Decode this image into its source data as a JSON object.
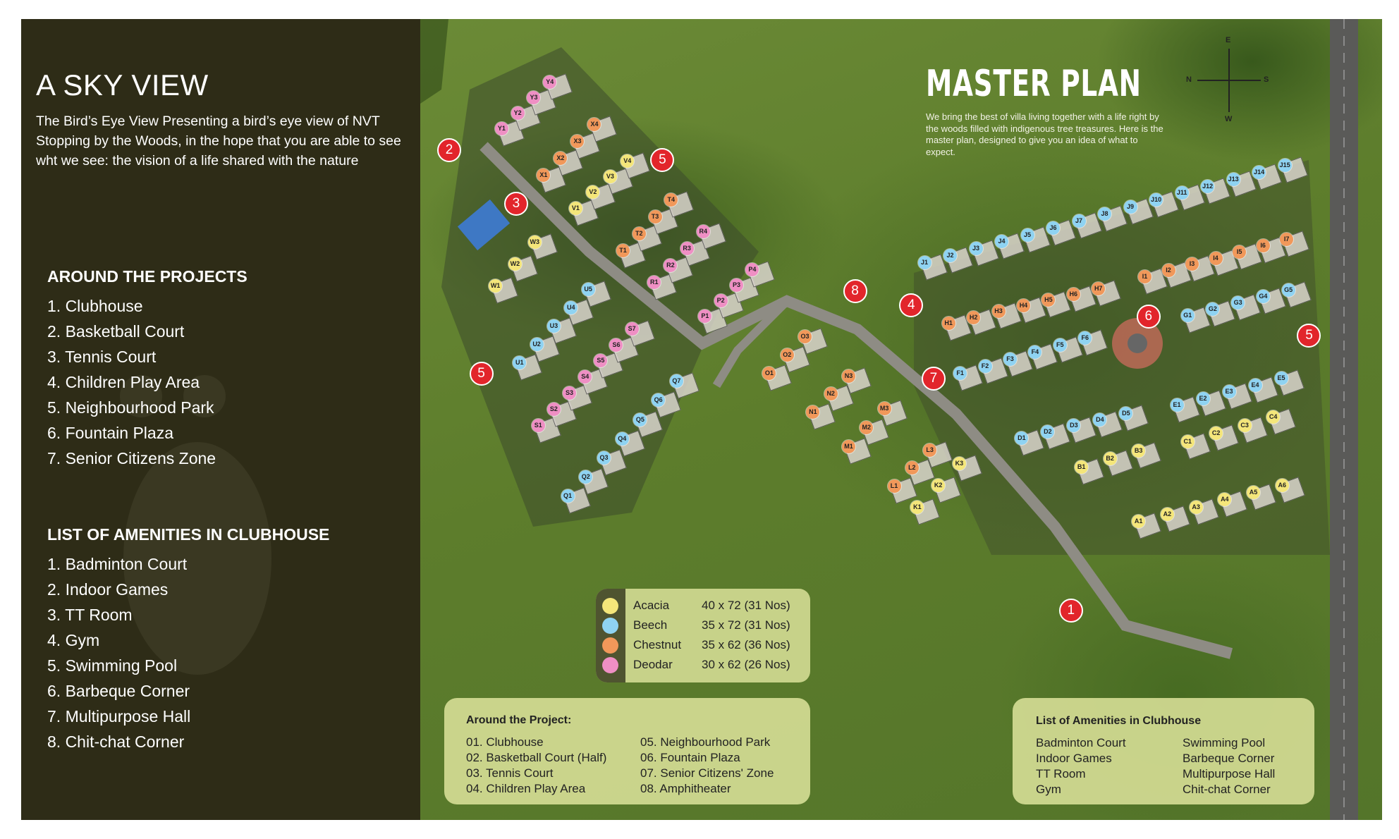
{
  "left_panel": {
    "title": "A SKY VIEW",
    "intro": "The Bird’s Eye View Presenting a bird’s eye view of NVT Stopping by the Woods, in the hope that you are able to see wht we see: the vision of a life shared with the nature",
    "around_heading": "AROUND THE PROJECTS",
    "around_items": [
      "1. Clubhouse",
      "2. Basketball Court",
      "3. Tennis Court",
      "4. Children Play Area",
      "5. Neighbourhood Park",
      "6. Fountain Plaza",
      "7. Senior Citizens Zone"
    ],
    "amenities_heading": "LIST OF AMENITIES IN CLUBHOUSE",
    "amenities_items": [
      "1. Badminton Court",
      "2. Indoor Games",
      "3. TT Room",
      "4. Gym",
      "5. Swimming Pool",
      "6. Barbeque Corner",
      "7. Multipurpose Hall",
      "8. Chit-chat Corner"
    ]
  },
  "map": {
    "title": "MASTER PLAN",
    "description": "We bring the best of villa living together with a life right by the woods filled with indigenous tree treasures. Here is the master plan, designed to give you an idea of what to expect.",
    "compass": {
      "north": "N",
      "south": "S",
      "east": "E",
      "west": "W"
    },
    "markers": [
      "1",
      "2",
      "3",
      "4",
      "5",
      "5",
      "5",
      "6",
      "7",
      "8"
    ],
    "lot_rows": [
      {
        "type": "deodar",
        "labels": [
          "Y1",
          "Y2",
          "Y3",
          "Y4"
        ]
      },
      {
        "type": "chestnut",
        "labels": [
          "X1",
          "X2",
          "X3",
          "X4"
        ]
      },
      {
        "type": "acacia",
        "labels": [
          "V1",
          "V2",
          "V3",
          "V4"
        ]
      },
      {
        "type": "chestnut",
        "labels": [
          "T1",
          "T2",
          "T3",
          "T4"
        ]
      },
      {
        "type": "deodar",
        "labels": [
          "R1",
          "R2",
          "R3",
          "R4"
        ]
      },
      {
        "type": "deodar",
        "labels": [
          "P1",
          "P2",
          "P3",
          "P4"
        ]
      },
      {
        "type": "acacia",
        "labels": [
          "W1",
          "W2",
          "W3"
        ]
      },
      {
        "type": "beech",
        "labels": [
          "U1",
          "U2",
          "U3",
          "U4",
          "U5"
        ]
      },
      {
        "type": "deodar",
        "labels": [
          "S1",
          "S2",
          "S3",
          "S4",
          "S5",
          "S6",
          "S7"
        ]
      },
      {
        "type": "beech",
        "labels": [
          "Q1",
          "Q2",
          "Q3",
          "Q4",
          "Q5",
          "Q6",
          "Q7"
        ]
      },
      {
        "type": "chestnut",
        "labels": [
          "O1",
          "O2",
          "O3"
        ]
      },
      {
        "type": "chestnut",
        "labels": [
          "N1",
          "N2",
          "N3"
        ]
      },
      {
        "type": "chestnut",
        "labels": [
          "M1",
          "M2",
          "M3"
        ]
      },
      {
        "type": "chestnut",
        "labels": [
          "L1",
          "L2",
          "L3"
        ]
      },
      {
        "type": "acacia",
        "labels": [
          "K1",
          "K2",
          "K3"
        ]
      },
      {
        "type": "beech",
        "labels": [
          "J1",
          "J2",
          "J3",
          "J4",
          "J5",
          "J6",
          "J7",
          "J8",
          "J9",
          "J10",
          "J11",
          "J12",
          "J13",
          "J14",
          "J15"
        ]
      },
      {
        "type": "chestnut",
        "labels": [
          "I1",
          "I2",
          "I3",
          "I4",
          "I5",
          "I6",
          "I7"
        ]
      },
      {
        "type": "chestnut",
        "labels": [
          "H1",
          "H2",
          "H3",
          "H4",
          "H5",
          "H6",
          "H7"
        ]
      },
      {
        "type": "beech",
        "labels": [
          "G1",
          "G2",
          "G3",
          "G4",
          "G5"
        ]
      },
      {
        "type": "beech",
        "labels": [
          "F1",
          "F2",
          "F3",
          "F4",
          "F5",
          "F6"
        ]
      },
      {
        "type": "beech",
        "labels": [
          "E1",
          "E2",
          "E3",
          "E4",
          "E5"
        ]
      },
      {
        "type": "beech",
        "labels": [
          "D1",
          "D2",
          "D3",
          "D4",
          "D5"
        ]
      },
      {
        "type": "acacia",
        "labels": [
          "C1",
          "C2",
          "C3",
          "C4"
        ]
      },
      {
        "type": "acacia",
        "labels": [
          "B1",
          "B2",
          "B3"
        ]
      },
      {
        "type": "acacia",
        "labels": [
          "A1",
          "A2",
          "A3",
          "A4",
          "A5",
          "A6"
        ]
      }
    ]
  },
  "legend": [
    {
      "type": "acacia",
      "name": "Acacia",
      "size": "40 x 72 (31 Nos)",
      "color": "#f4e67a"
    },
    {
      "type": "beech",
      "name": "Beech",
      "size": "35 x 72 (31 Nos)",
      "color": "#8fd3f2"
    },
    {
      "type": "chestnut",
      "name": "Chestnut",
      "size": "35 x 62 (36 Nos)",
      "color": "#f1985a"
    },
    {
      "type": "deodar",
      "name": "Deodar",
      "size": "30 x 62 (26 Nos)",
      "color": "#ef8fc4"
    }
  ],
  "around_box": {
    "heading": "Around the Project:",
    "col1": [
      "01. Clubhouse",
      "02. Basketball Court (Half)",
      "03. Tennis Court",
      "04. Children Play Area"
    ],
    "col2": [
      "05. Neighbourhood Park",
      "06. Fountain Plaza",
      "07. Senior Citizens' Zone",
      "08. Amphitheater"
    ]
  },
  "amenities_box": {
    "heading": "List of Amenities in Clubhouse",
    "col1": [
      "Badminton Court",
      "Indoor Games",
      "TT Room",
      "Gym"
    ],
    "col2": [
      "Swimming Pool",
      "Barbeque Corner",
      "Multipurpose Hall",
      "Chit-chat Corner"
    ]
  }
}
